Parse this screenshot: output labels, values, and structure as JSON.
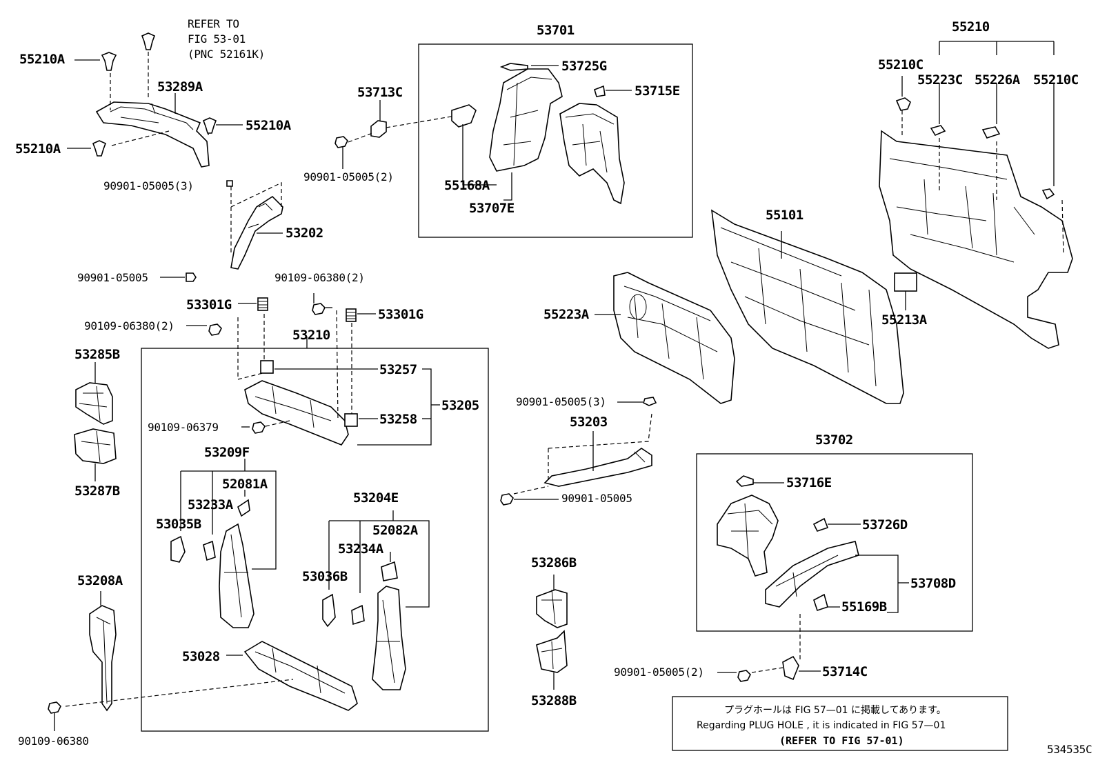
{
  "labels": {
    "p55210A_1": "55210A",
    "p55210A_2": "55210A",
    "p55210A_3": "55210A",
    "refer_1": "REFER TO",
    "refer_2": "FIG 53-01",
    "refer_3": "(PNC 52161K)",
    "p53289A": "53289A",
    "p90901_3": "90901-05005(3)",
    "p53202": "53202",
    "p90901_a": "90901-05005",
    "p53713C": "53713C",
    "p90901_2a": "90901-05005(2)",
    "p53701": "53701",
    "p53725G": "53725G",
    "p53715E": "53715E",
    "p55168A": "55168A",
    "p53707E": "53707E",
    "p55210": "55210",
    "p55210C_1": "55210C",
    "p55223C": "55223C",
    "p55226A": "55226A",
    "p55210C_2": "55210C",
    "p55101": "55101",
    "p55213A": "55213A",
    "p55223A": "55223A",
    "p90109_2a": "90109-06380(2)",
    "p53301G_1": "53301G",
    "p53301G_2": "53301G",
    "p90109_2b": "90109-06380(2)",
    "p53210": "53210",
    "p53285B": "53285B",
    "p53257": "53257",
    "p53258": "53258",
    "p53205": "53205",
    "p90109_06379": "90109-06379",
    "p53287B": "53287B",
    "p53209F": "53209F",
    "p52081A": "52081A",
    "p53233A": "53233A",
    "p53035B": "53035B",
    "p53204E": "53204E",
    "p53234A": "53234A",
    "p52082A": "52082A",
    "p53036B": "53036B",
    "p53208A": "53208A",
    "p53028": "53028",
    "p90109_06380": "90109-06380",
    "p90901_3b": "90901-05005(3)",
    "p53203": "53203",
    "p90901_b": "90901-05005",
    "p53286B": "53286B",
    "p53288B": "53288B",
    "p53702": "53702",
    "p53716E": "53716E",
    "p53726D": "53726D",
    "p53708D": "53708D",
    "p55169B": "55169B",
    "p90901_2b": "90901-05005(2)",
    "p53714C": "53714C"
  },
  "note": {
    "line_jp": "プラグホールは FIG 57—01 に掲載してあります。",
    "line_en": "Regarding  PLUG  HOLE , it is indicated in FIG  57—01",
    "line_ref": "(REFER TO FIG 57-01)"
  },
  "figure_id": "534535C"
}
